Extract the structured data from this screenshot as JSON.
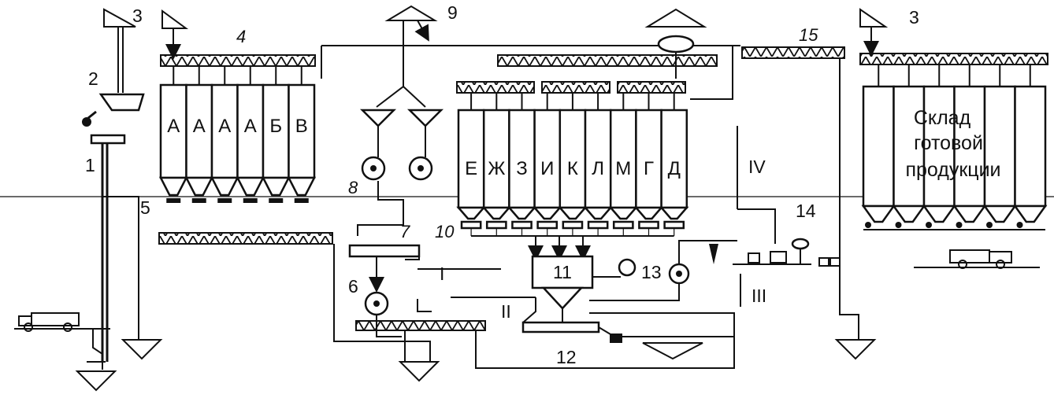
{
  "labels": {
    "n1": "1",
    "n2": "2",
    "n3a": "3",
    "n3b": "3",
    "n4": "4",
    "n5": "5",
    "n6": "6",
    "n7": "7",
    "n8": "8",
    "n9": "9",
    "n10": "10",
    "n11": "11",
    "n12": "12",
    "n13": "13",
    "n14": "14",
    "n15": "15",
    "r1": "I",
    "r2": "II",
    "r3": "III",
    "r4": "IV"
  },
  "silos_left": [
    "А",
    "А",
    "А",
    "А",
    "Б",
    "В"
  ],
  "silos_mid": [
    "Е",
    "Ж",
    "З",
    "И",
    "К",
    "Л",
    "М",
    "Г",
    "Д"
  ],
  "store": {
    "line1": "Склад",
    "line2": "готовой",
    "line3": "продукции"
  }
}
